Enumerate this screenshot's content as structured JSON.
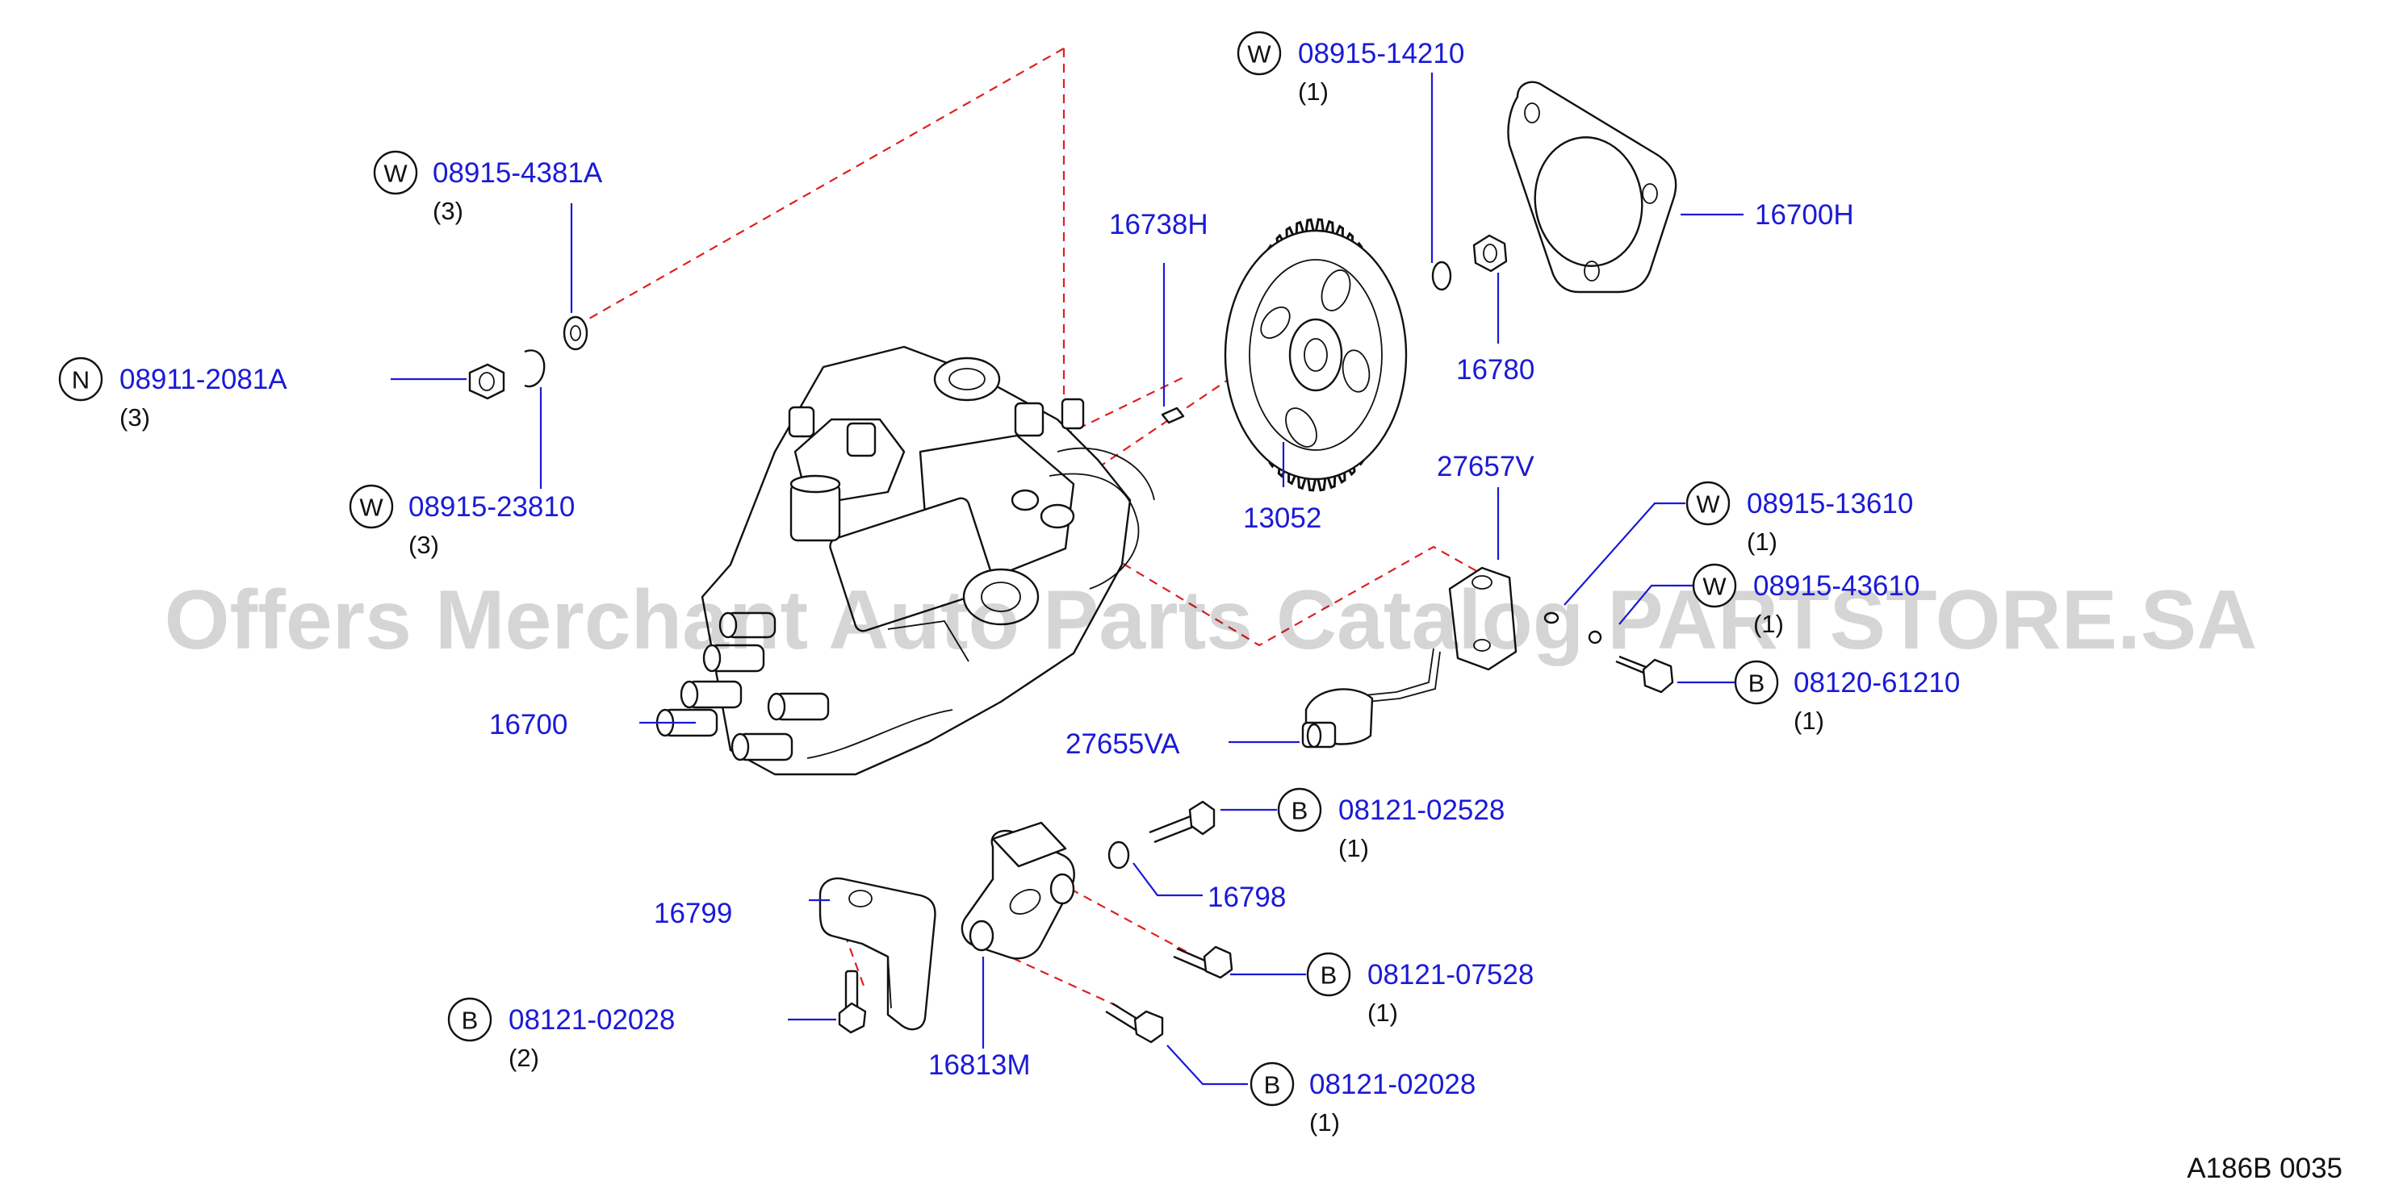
{
  "diagram": {
    "watermark": "Offers Merchant Auto Parts Catalog PARTSTORE.SA",
    "drawing_code": "A186B  0035",
    "callouts": [
      {
        "badge": "W",
        "part_no": "08915-14210",
        "qty": "(1)"
      },
      {
        "badge": "W",
        "part_no": "08915-4381A",
        "qty": "(3)"
      },
      {
        "badge": "N",
        "part_no": "08911-2081A",
        "qty": "(3)"
      },
      {
        "badge": "W",
        "part_no": "08915-23810",
        "qty": "(3)"
      },
      {
        "badge": "W",
        "part_no": "08915-13610",
        "qty": "(1)"
      },
      {
        "badge": "W",
        "part_no": "08915-43610",
        "qty": "(1)"
      },
      {
        "badge": "B",
        "part_no": "08120-61210",
        "qty": "(1)"
      },
      {
        "badge": "B",
        "part_no": "08121-02528",
        "qty": "(1)"
      },
      {
        "badge": "B",
        "part_no": "08121-07528",
        "qty": "(1)"
      },
      {
        "badge": "B",
        "part_no": "08121-02028",
        "qty": "(2)"
      },
      {
        "badge": "B",
        "part_no": "08121-02028",
        "qty": "(1)"
      }
    ],
    "labels": [
      "16700H",
      "16738H",
      "16780",
      "13052",
      "27657V",
      "16700",
      "27655VA",
      "16798",
      "16799",
      "16813M"
    ]
  }
}
